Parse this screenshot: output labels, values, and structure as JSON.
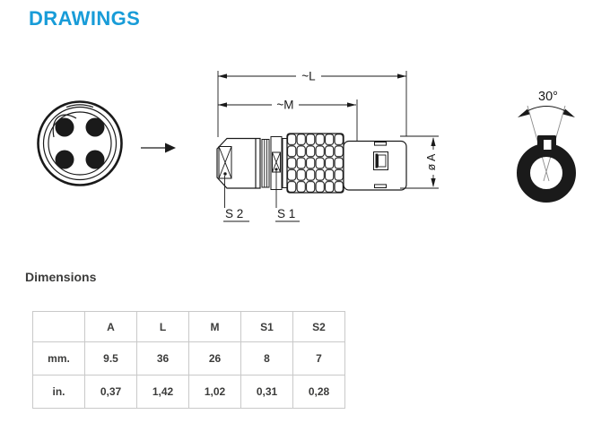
{
  "page": {
    "title": "DRAWINGS",
    "section_heading": "Dimensions"
  },
  "drawing": {
    "labels": {
      "overall_length": "~L",
      "body_length": "~M",
      "diameter": "ø A",
      "wrench_flat_1": "S 1",
      "wrench_flat_2": "S 2",
      "key_angle": "30°"
    }
  },
  "dimensions_table": {
    "headers": [
      "",
      "A",
      "L",
      "M",
      "S1",
      "S2"
    ],
    "rows": [
      {
        "label": "mm.",
        "values": [
          "9.5",
          "36",
          "26",
          "8",
          "7"
        ]
      },
      {
        "label": "in.",
        "values": [
          "0,37",
          "1,42",
          "1,02",
          "0,31",
          "0,28"
        ]
      }
    ]
  },
  "colors": {
    "accent": "#189cd8",
    "heading_text": "#3c3c3b",
    "table_text": "#3c3c3b",
    "table_border": "#c9c9c9",
    "drawing_line": "#1a1a1a"
  }
}
